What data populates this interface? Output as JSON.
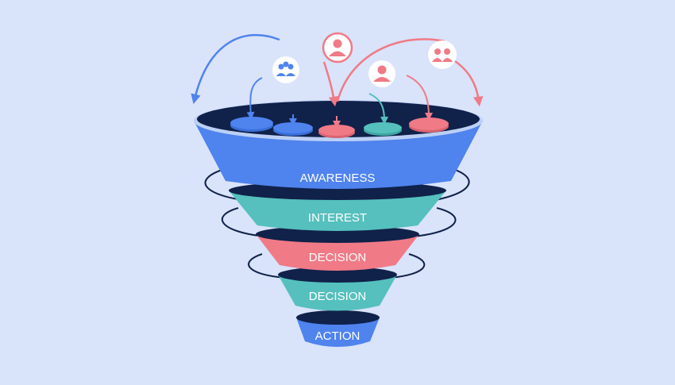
{
  "colors": {
    "background": "#d9e3fa",
    "blue": "#4f83ee",
    "teal": "#55c0bd",
    "coral": "#f07a86",
    "navy": "#10214a",
    "white": "#ffffff"
  },
  "funnel": {
    "stages": [
      {
        "label": "AWARENESS",
        "color": "#4f83ee"
      },
      {
        "label": "INTEREST",
        "color": "#55c0bd"
      },
      {
        "label": "DECISION",
        "color": "#f07a86"
      },
      {
        "label": "DECISION",
        "color": "#55c0bd"
      },
      {
        "label": "ACTION",
        "color": "#4f83ee"
      }
    ]
  },
  "icons": {
    "person_pair": "people-group-icon",
    "person": "user-icon",
    "avatar": "avatar-icon"
  }
}
